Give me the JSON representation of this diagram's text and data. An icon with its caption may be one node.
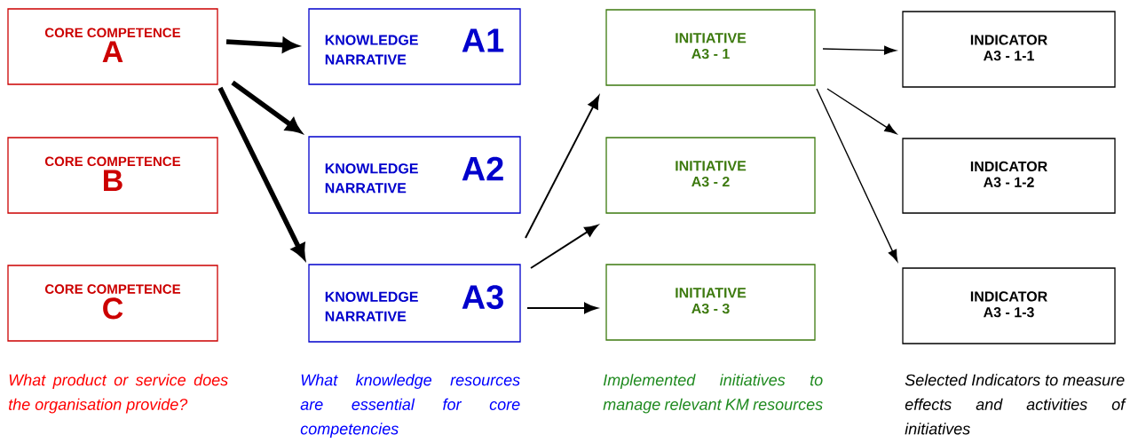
{
  "diagram": {
    "nodes": [
      {
        "text": [
          "CORE COMPETENCE",
          "A"
        ]
      },
      {
        "text": [
          "CORE COMPETENCE",
          "B"
        ]
      },
      {
        "text": [
          "CORE COMPETENCE",
          "C"
        ]
      },
      {
        "text": [
          "KNOWLEDGE NARRATIVE",
          "A1"
        ]
      },
      {
        "text": [
          "KNOWLEDGE NARRATIVE",
          "A2"
        ]
      },
      {
        "text": [
          "KNOWLEDGE NARRATIVE",
          "A3"
        ]
      },
      {
        "text": [
          "INITIATIVE",
          "A3 - 1"
        ]
      },
      {
        "text": [
          "INITIATIVE",
          "A3 - 2"
        ]
      },
      {
        "text": [
          "INITIATIVE",
          "A3 - 3"
        ]
      },
      {
        "text": [
          "INDICATOR",
          "A3 - 1-1"
        ]
      },
      {
        "text": [
          "INDICATOR",
          "A3 - 1-2"
        ]
      },
      {
        "text": [
          "INDICATOR",
          "A3 - 1-3"
        ]
      }
    ],
    "edges": [
      {
        "from": 0,
        "to": 3,
        "arrow": "to",
        "style": "thick"
      },
      {
        "from": 0,
        "to": 4,
        "arrow": "to",
        "style": "thick"
      },
      {
        "from": 0,
        "to": 5,
        "arrow": "to",
        "style": "thick"
      },
      {
        "from": 5,
        "to": 6,
        "arrow": "to"
      },
      {
        "from": 5,
        "to": 7,
        "arrow": "to"
      },
      {
        "from": 5,
        "to": 8,
        "arrow": "to"
      },
      {
        "from": 6,
        "to": 9,
        "arrow": "to"
      },
      {
        "from": 6,
        "to": 10,
        "arrow": "to"
      },
      {
        "from": 6,
        "to": 11,
        "arrow": "to"
      }
    ],
    "labels": [
      "What product or service does the organisation provide?",
      "What knowledge resources are essential for core competencies",
      "Implemented initiatives to manage relevant KM resources",
      "Selected Indicators to measure effects and activities of initiatives"
    ]
  }
}
